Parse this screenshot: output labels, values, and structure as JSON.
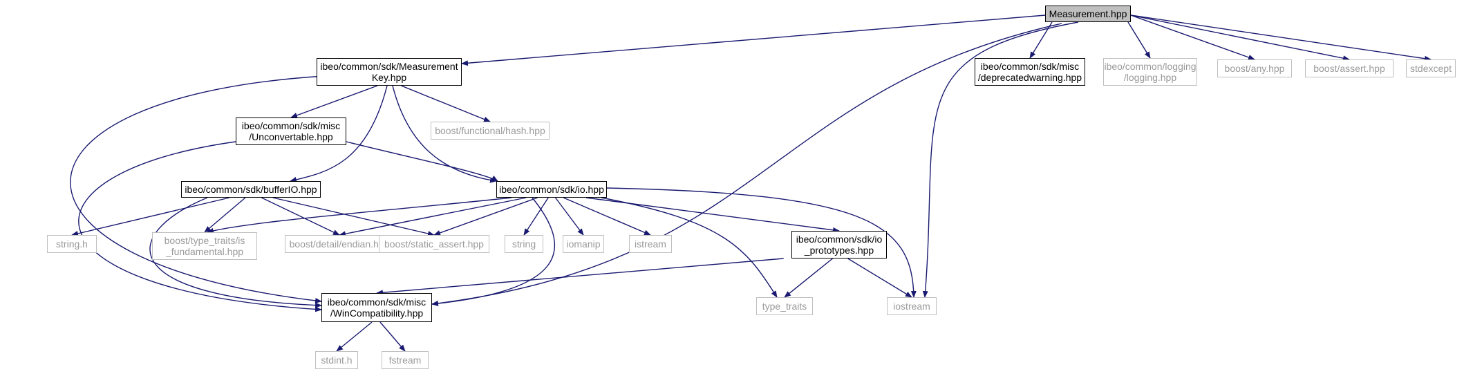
{
  "nodes": [
    {
      "id": "measurement",
      "lines": [
        "Measurement.hpp"
      ],
      "kind": "root",
      "href": false
    },
    {
      "id": "measurement_key",
      "lines": [
        "ibeo/common/sdk/Measurement",
        "Key.hpp"
      ],
      "kind": "documented"
    },
    {
      "id": "deprecatedwarning",
      "lines": [
        "ibeo/common/sdk/misc",
        "/deprecatedwarning.hpp"
      ],
      "kind": "documented"
    },
    {
      "id": "logging",
      "lines": [
        "ibeo/common/logging",
        "/logging.hpp"
      ],
      "kind": "external"
    },
    {
      "id": "boost_any",
      "lines": [
        "boost/any.hpp"
      ],
      "kind": "external"
    },
    {
      "id": "boost_assert",
      "lines": [
        "boost/assert.hpp"
      ],
      "kind": "external"
    },
    {
      "id": "stdexcept",
      "lines": [
        "stdexcept"
      ],
      "kind": "external"
    },
    {
      "id": "unconvertable",
      "lines": [
        "ibeo/common/sdk/misc",
        "/Unconvertable.hpp"
      ],
      "kind": "documented"
    },
    {
      "id": "functional_hash",
      "lines": [
        "boost/functional/hash.hpp"
      ],
      "kind": "external"
    },
    {
      "id": "bufferio",
      "lines": [
        "ibeo/common/sdk/bufferIO.hpp"
      ],
      "kind": "documented"
    },
    {
      "id": "io",
      "lines": [
        "ibeo/common/sdk/io.hpp"
      ],
      "kind": "documented"
    },
    {
      "id": "string_h",
      "lines": [
        "string.h"
      ],
      "kind": "external"
    },
    {
      "id": "is_fundamental",
      "lines": [
        "boost/type_traits/is",
        "_fundamental.hpp"
      ],
      "kind": "external"
    },
    {
      "id": "endian",
      "lines": [
        "boost/detail/endian.hpp"
      ],
      "kind": "external"
    },
    {
      "id": "static_assert",
      "lines": [
        "boost/static_assert.hpp"
      ],
      "kind": "external"
    },
    {
      "id": "string",
      "lines": [
        "string"
      ],
      "kind": "external"
    },
    {
      "id": "iomanip",
      "lines": [
        "iomanip"
      ],
      "kind": "external"
    },
    {
      "id": "istream",
      "lines": [
        "istream"
      ],
      "kind": "external"
    },
    {
      "id": "io_prototypes",
      "lines": [
        "ibeo/common/sdk/io",
        "_prototypes.hpp"
      ],
      "kind": "documented"
    },
    {
      "id": "wincompat",
      "lines": [
        "ibeo/common/sdk/misc",
        "/WinCompatibility.hpp"
      ],
      "kind": "documented"
    },
    {
      "id": "type_traits",
      "lines": [
        "type_traits"
      ],
      "kind": "external"
    },
    {
      "id": "iostream",
      "lines": [
        "iostream"
      ],
      "kind": "external"
    },
    {
      "id": "stdint",
      "lines": [
        "stdint.h"
      ],
      "kind": "external"
    },
    {
      "id": "fstream",
      "lines": [
        "fstream"
      ],
      "kind": "external"
    }
  ],
  "edges": [
    [
      "measurement",
      "measurement_key"
    ],
    [
      "measurement",
      "deprecatedwarning"
    ],
    [
      "measurement",
      "logging"
    ],
    [
      "measurement",
      "boost_any"
    ],
    [
      "measurement",
      "boost_assert"
    ],
    [
      "measurement",
      "stdexcept"
    ],
    [
      "measurement",
      "wincompat"
    ],
    [
      "measurement",
      "iostream"
    ],
    [
      "measurement_key",
      "unconvertable"
    ],
    [
      "measurement_key",
      "functional_hash"
    ],
    [
      "measurement_key",
      "bufferio"
    ],
    [
      "measurement_key",
      "io"
    ],
    [
      "measurement_key",
      "wincompat"
    ],
    [
      "unconvertable",
      "io"
    ],
    [
      "unconvertable",
      "wincompat"
    ],
    [
      "bufferio",
      "string_h"
    ],
    [
      "bufferio",
      "is_fundamental"
    ],
    [
      "bufferio",
      "endian"
    ],
    [
      "bufferio",
      "static_assert"
    ],
    [
      "bufferio",
      "wincompat"
    ],
    [
      "io",
      "is_fundamental"
    ],
    [
      "io",
      "endian"
    ],
    [
      "io",
      "static_assert"
    ],
    [
      "io",
      "string"
    ],
    [
      "io",
      "iomanip"
    ],
    [
      "io",
      "istream"
    ],
    [
      "io",
      "io_prototypes"
    ],
    [
      "io",
      "wincompat"
    ],
    [
      "io",
      "type_traits"
    ],
    [
      "io",
      "iostream"
    ],
    [
      "io_prototypes",
      "wincompat"
    ],
    [
      "io_prototypes",
      "type_traits"
    ],
    [
      "io_prototypes",
      "iostream"
    ],
    [
      "wincompat",
      "stdint"
    ],
    [
      "wincompat",
      "fstream"
    ]
  ],
  "colors": {
    "edge": "#191970",
    "documented_border": "#000000",
    "external_border": "#bfbfbf",
    "external_text": "#9a9a9a",
    "root_fill": "#bfbfbf"
  }
}
